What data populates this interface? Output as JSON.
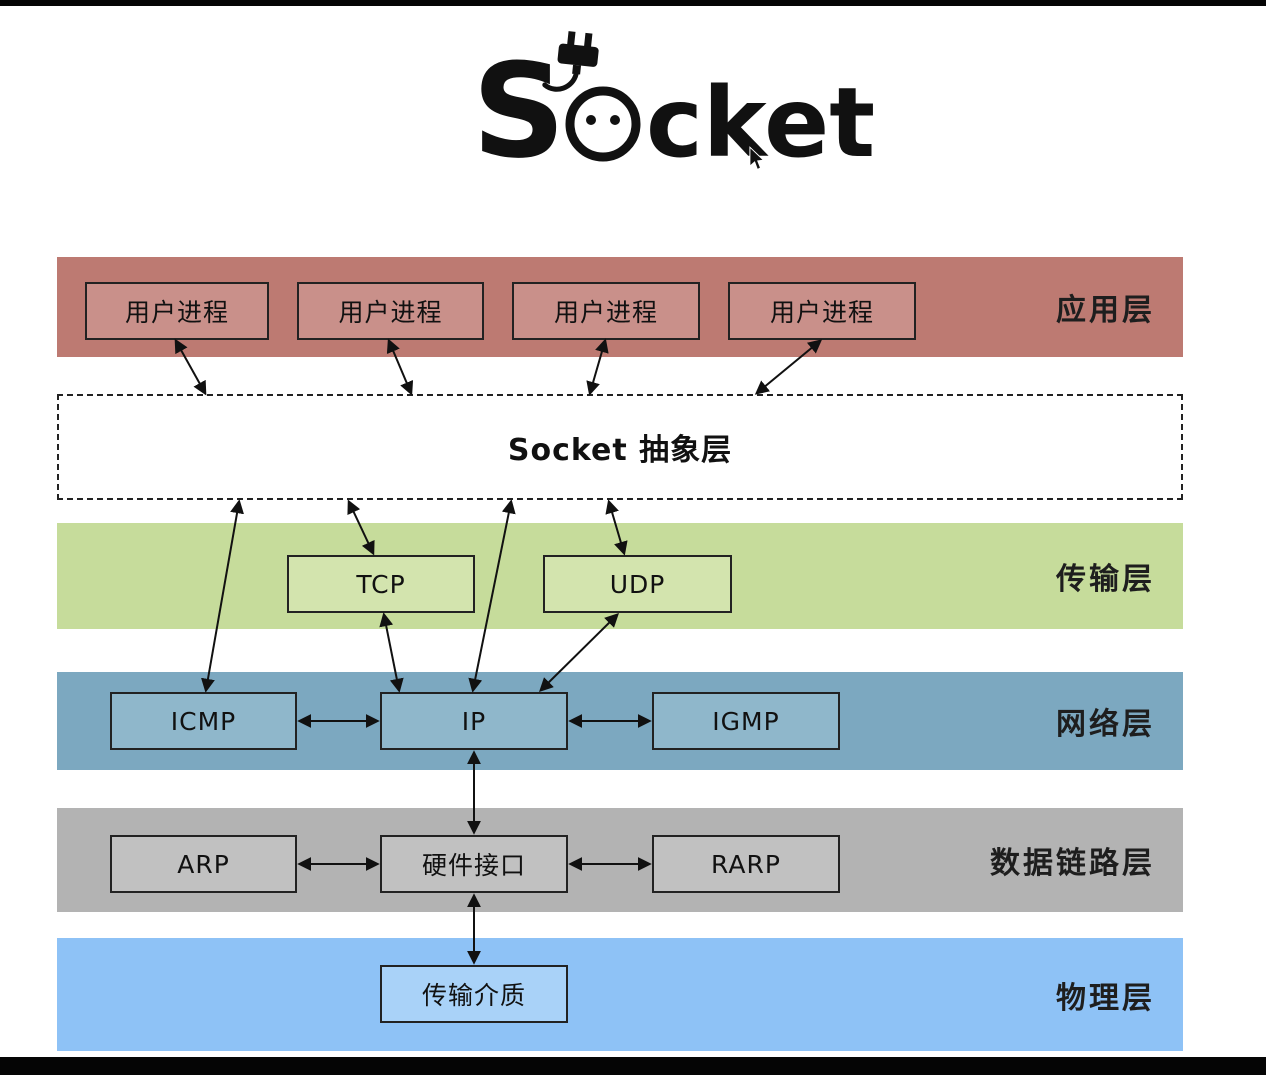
{
  "logo": {
    "brand": "Socket",
    "s": "S",
    "tail": "cket"
  },
  "diagram": {
    "application": {
      "label": "应用层",
      "processes": [
        {
          "label": "用户进程"
        },
        {
          "label": "用户进程"
        },
        {
          "label": "用户进程"
        },
        {
          "label": "用户进程"
        }
      ]
    },
    "socket_layer": {
      "label": "Socket 抽象层"
    },
    "transport": {
      "label": "传输层",
      "tcp": "TCP",
      "udp": "UDP"
    },
    "network": {
      "label": "网络层",
      "icmp": "ICMP",
      "ip": "IP",
      "igmp": "IGMP"
    },
    "datalink": {
      "label": "数据链路层",
      "arp": "ARP",
      "hw_interface": "硬件接口",
      "rarp": "RARP"
    },
    "physical": {
      "label": "物理层",
      "medium": "传输介质"
    }
  },
  "colors": {
    "application_band": "#bd7a72",
    "application_box": "#c9908a",
    "transport_band": "#c6dc9b",
    "transport_box": "#d3e4ae",
    "network_band": "#7ca8c0",
    "network_box": "#8fb7cb",
    "datalink_band": "#b3b3b3",
    "datalink_box": "#c1c1c1",
    "physical_band": "#8ec2f6",
    "physical_box": "#a9d2f8",
    "line": "#111111"
  }
}
